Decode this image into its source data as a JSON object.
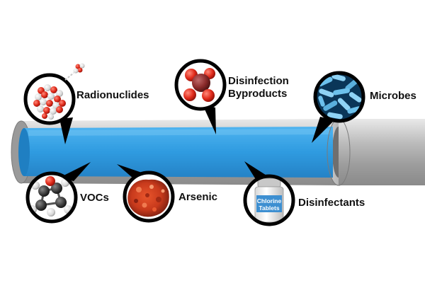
{
  "contaminants": {
    "radionuclides": "Radionuclides",
    "disinfection_line1": "Disinfection",
    "disinfection_line2": "Byproducts",
    "microbes": "Microbes",
    "vocs": "VOCs",
    "arsenic": "Arsenic",
    "disinfectants": "Disinfectants"
  },
  "bottle": {
    "line1": "Chlorine",
    "line2": "Tablets"
  },
  "colors": {
    "water": "#2f9be0",
    "pipe": "#a9a9a9",
    "bubble_border": "#000000",
    "molecule_red": "#c94040",
    "arsenic": "#c83a1c",
    "microbe": "#5ab0dd"
  }
}
